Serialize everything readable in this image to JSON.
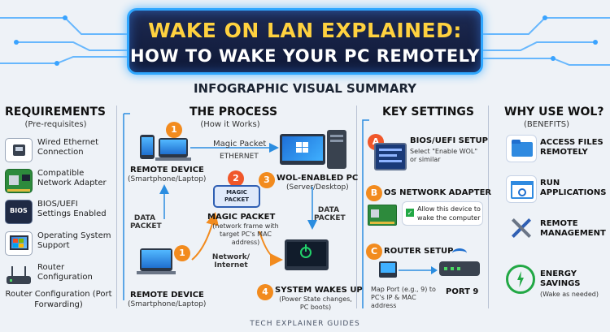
{
  "title": {
    "line1": "WAKE ON LAN EXPLAINED:",
    "line2": "HOW TO WAKE YOUR PC REMOTELY"
  },
  "subtitle": "INFOGRAPHIC VISUAL SUMMARY",
  "requirements": {
    "heading": "REQUIREMENTS",
    "sub": "(Pre-requisites)",
    "items": [
      {
        "text": "Wired Ethernet Connection",
        "icon": "ethernet-port-icon"
      },
      {
        "text": "Compatible Network Adapter",
        "icon": "network-card-icon"
      },
      {
        "text": "BIOS/UEFI Settings Enabled",
        "icon": "bios-chip-icon",
        "chip": "BIOS"
      },
      {
        "text": "Operating System Support",
        "icon": "windows-logo-icon"
      },
      {
        "text": "Router Configuration",
        "icon": "router-icon"
      }
    ],
    "footer": "Router Configuration (Port Forwarding)"
  },
  "process": {
    "heading": "THE PROCESS",
    "sub": "(How it Works)",
    "remote1": {
      "label": "REMOTE DEVICE",
      "sub": "(Smartphone/Laptop)",
      "num": "1"
    },
    "magic_packet_arrow": "Magic Packet",
    "ethernet": "ETHERNET",
    "wol_pc": {
      "num": "3",
      "label": "WOL-ENABLED PC",
      "sub": "(Server/Desktop)"
    },
    "packet": {
      "num": "2",
      "chip_line1": "MAGIC",
      "chip_line2": "PACKET",
      "label": "MAGIC PACKET",
      "sub": "(network frame with target PC's MAC address)"
    },
    "data_packet_left": "DATA PACKET",
    "data_packet_right": "DATA PACKET",
    "remote2": {
      "label": "REMOTE DEVICE",
      "sub": "(Smartphone/Laptop)",
      "num": "1"
    },
    "network": "Network/ Internet",
    "wakes": {
      "num": "4",
      "label": "SYSTEM WAKES UP",
      "sub": "(Power State changes, PC boots)"
    }
  },
  "settings": {
    "heading": "KEY SETTINGS",
    "a": {
      "letter": "A",
      "title": "BIOS/UEFI SETUP",
      "desc": "Select \"Enable WOL\" or similar"
    },
    "b": {
      "letter": "B",
      "title": "OS NETWORK ADAPTER",
      "checkbox": "Allow this device to wake the computer"
    },
    "c": {
      "letter": "C",
      "title": "ROUTER SETUP",
      "desc": "Map Port (e.g., 9) to PC's IP & MAC address",
      "port": "PORT 9"
    }
  },
  "why": {
    "heading": "WHY USE WOL?",
    "sub": "(BENEFITS)",
    "items": [
      {
        "text": "ACCESS FILES REMOTELY",
        "icon": "folder-icon"
      },
      {
        "text": "RUN APPLICATIONS",
        "icon": "app-window-icon"
      },
      {
        "text": "REMOTE MANAGEMENT",
        "icon": "tools-icon"
      },
      {
        "text": "ENERGY SAVINGS",
        "sub": "(Wake as needed)",
        "icon": "energy-icon"
      }
    ]
  },
  "footer": "TECH EXPLAINER GUIDES",
  "colors": {
    "accent": "#2fa7ff",
    "title_yellow": "#ffd23f",
    "orange": "#f28b1e",
    "green": "#22a845"
  }
}
